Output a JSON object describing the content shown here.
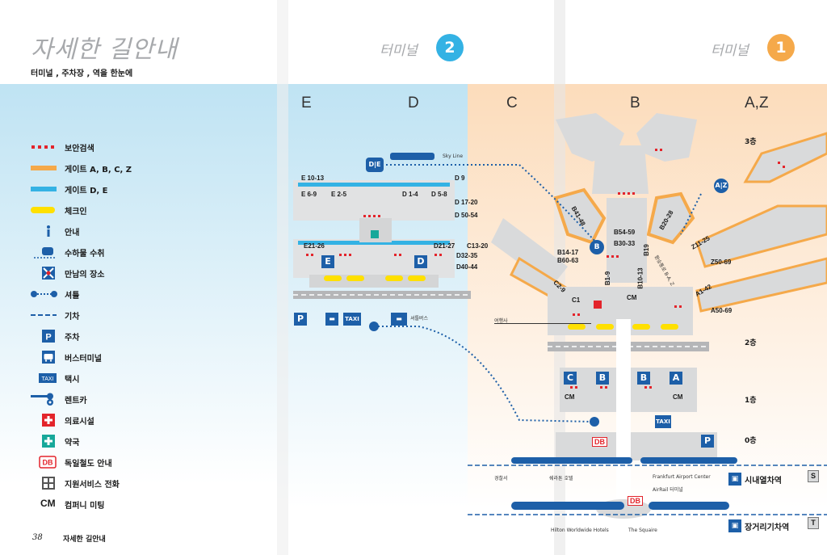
{
  "header": {
    "title": "자세한 길안내",
    "subtitle": "터미널 , 주차장 , 역을 한눈에",
    "terminal2_label": "터미널",
    "terminal2_number": "2",
    "terminal1_label": "터미널",
    "terminal1_number": "1"
  },
  "columns": [
    "E",
    "D",
    "C",
    "B",
    "A,Z"
  ],
  "legend": [
    {
      "icon": "security-check-icon",
      "label": "보안검색"
    },
    {
      "icon": "gate-abcz-line-icon",
      "label": "게이트 A, B, C, Z"
    },
    {
      "icon": "gate-de-line-icon",
      "label": "게이트 D, E"
    },
    {
      "icon": "checkin-icon",
      "label": "체크인"
    },
    {
      "icon": "info-icon",
      "label": "안내"
    },
    {
      "icon": "baggage-claim-icon",
      "label": "수하물 수취"
    },
    {
      "icon": "meeting-point-icon",
      "label": "만남의 장소"
    },
    {
      "icon": "shuttle-icon",
      "label": "셔틀"
    },
    {
      "icon": "train-icon",
      "label": "기차"
    },
    {
      "icon": "parking-icon",
      "label": "주차"
    },
    {
      "icon": "bus-terminal-icon",
      "label": "버스터미널"
    },
    {
      "icon": "taxi-icon",
      "label": "택시"
    },
    {
      "icon": "rental-car-icon",
      "label": "렌트카"
    },
    {
      "icon": "medical-icon",
      "label": "의료시설"
    },
    {
      "icon": "pharmacy-icon",
      "label": "약국"
    },
    {
      "icon": "db-rail-info-icon",
      "label": "독일철도 안내"
    },
    {
      "icon": "support-phone-icon",
      "label": "지원서비스 전화"
    },
    {
      "icon": "company-meeting-icon",
      "label": "컴퍼니 미팅"
    }
  ],
  "legend_symbols": {
    "db": "DB",
    "cm": "CM",
    "taxi": "TAXI",
    "parking": "P",
    "info": "i"
  },
  "map": {
    "skyline": "Sky Line",
    "de_badge": "D|E",
    "az_badge": "A|Z",
    "gates_t2": [
      "E 10-13",
      "E 6-9",
      "E 2-5",
      "D 1-4",
      "D 5-8",
      "D 9",
      "D 17-20",
      "D 50-54",
      "E21-26",
      "D21-27",
      "C13-20",
      "D32-35",
      "D40-44"
    ],
    "gates_t1": [
      "B41-48",
      "B54-59",
      "B30-33",
      "B20-28",
      "B14-17",
      "B60-63",
      "Z11-25",
      "Z50-69",
      "B1-9",
      "B10-13",
      "B19",
      "C2-9",
      "C1",
      "A1-42",
      "A50-69"
    ],
    "t1_vertical_label": "환승통로 B-A, Z",
    "floors": [
      "3층",
      "2층",
      "1층",
      "0층"
    ],
    "travel_agency": "여행사",
    "shuttle_bus": "셔틀버스",
    "taxi_label": "TAXI",
    "parking_label": "P",
    "db_label": "DB",
    "cm_label": "CM",
    "b_label": "B",
    "c_label": "C",
    "a_label": "A",
    "e_label": "E",
    "d_label": "D",
    "police": "경찰서",
    "sheraton": "쉐라톤 호텔",
    "fac": "Frankfurt Airport Center",
    "airrail": "AirRail 터미널",
    "hilton": "Hilton Worldwide Hotels",
    "squaire": "The Squaire",
    "regional_station": "시내열차역",
    "longdistance_station": "장거리기차역",
    "s_badge": "S",
    "t_badge": "T"
  },
  "footer": {
    "page": "38",
    "text": "자세한 길안내"
  },
  "colors": {
    "orange": "#f5a94a",
    "blue": "#34b2e4",
    "yellow": "#ffe000",
    "security_red": "#e3242b",
    "navy": "#1d5fa8",
    "grey_building": "#d9dadb",
    "peach": "#fde3c6",
    "sky": "#bfe3f3"
  }
}
